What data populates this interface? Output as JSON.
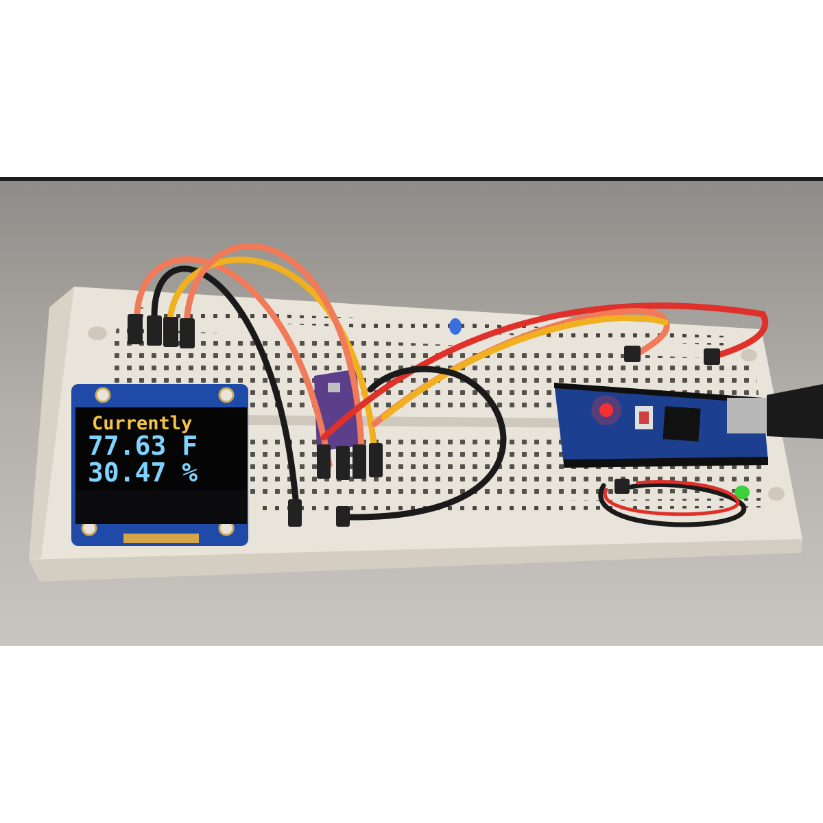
{
  "photo": {
    "subject": "breadboard-circuit",
    "oled": {
      "line1": "Currently",
      "line2": "77.63 F",
      "line3": "30.47 %",
      "line1_color": "#f5c542",
      "value_color": "#7fd4ff"
    },
    "wire_colors": {
      "red": "#e0302a",
      "salmon": "#f07a5a",
      "black": "#1a1a1a",
      "yellow": "#f0b020"
    }
  }
}
